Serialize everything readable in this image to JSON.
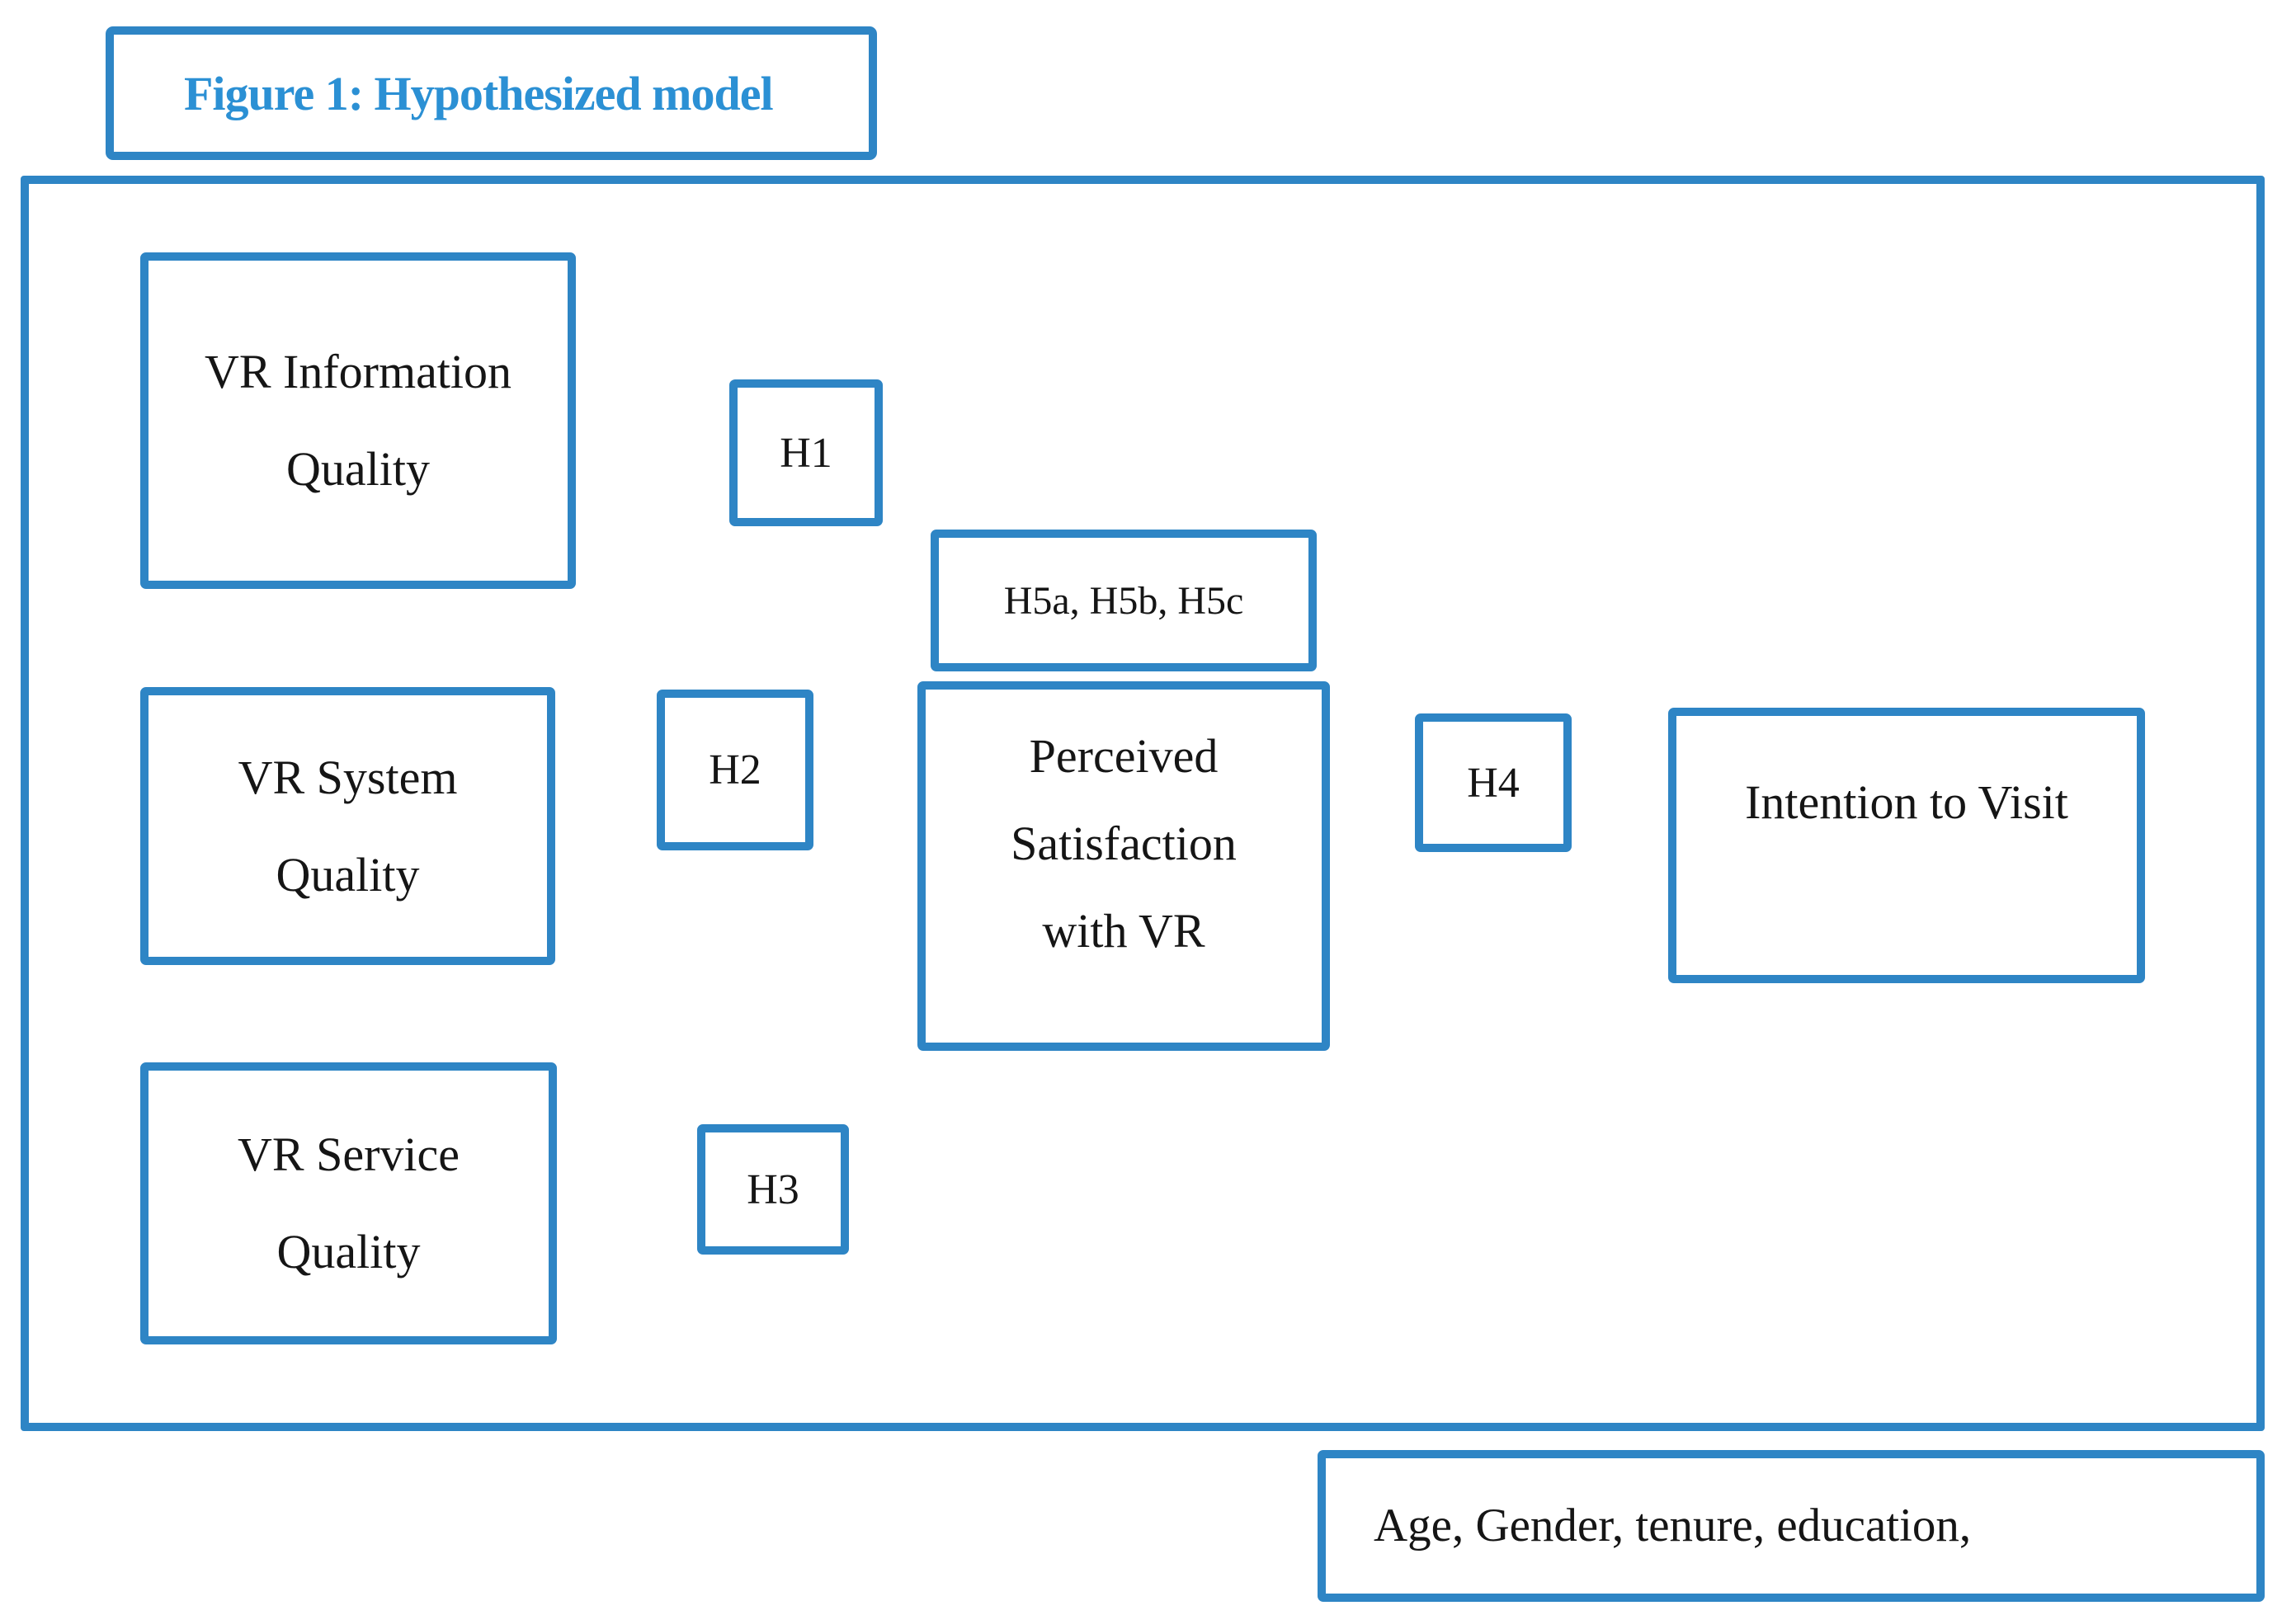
{
  "figure_title": "Figure 1: Hypothesized model",
  "colors": {
    "accent_blue": "#2e85c5",
    "title_blue": "#2b90d4",
    "text_black": "#151515",
    "background": "#ffffff"
  },
  "nodes": {
    "vr_information_quality": {
      "lines": [
        "VR Information",
        "Quality"
      ]
    },
    "vr_system_quality": {
      "lines": [
        "VR System",
        "Quality"
      ]
    },
    "vr_service_quality": {
      "lines": [
        "VR Service",
        "Quality"
      ]
    },
    "perceived_satisfaction": {
      "lines": [
        "Perceived",
        "Satisfaction",
        "with VR"
      ]
    },
    "intention_to_visit": {
      "label": "Intention to Visit"
    },
    "control_variables": {
      "label": "Age, Gender, tenure, education,"
    }
  },
  "hypothesis_labels": {
    "h1": "H1",
    "h2": "H2",
    "h3": "H3",
    "h4": "H4",
    "h5": "H5a, H5b, H5c"
  },
  "connections": [
    {
      "label": "H1",
      "from": "VR Information Quality",
      "to": "Perceived Satisfaction with VR"
    },
    {
      "label": "H2",
      "from": "VR System Quality",
      "to": "Perceived Satisfaction with VR"
    },
    {
      "label": "H3",
      "from": "VR Service Quality",
      "to": "Perceived Satisfaction with VR"
    },
    {
      "label": "H4",
      "from": "Perceived Satisfaction with VR",
      "to": "Intention to Visit"
    }
  ]
}
